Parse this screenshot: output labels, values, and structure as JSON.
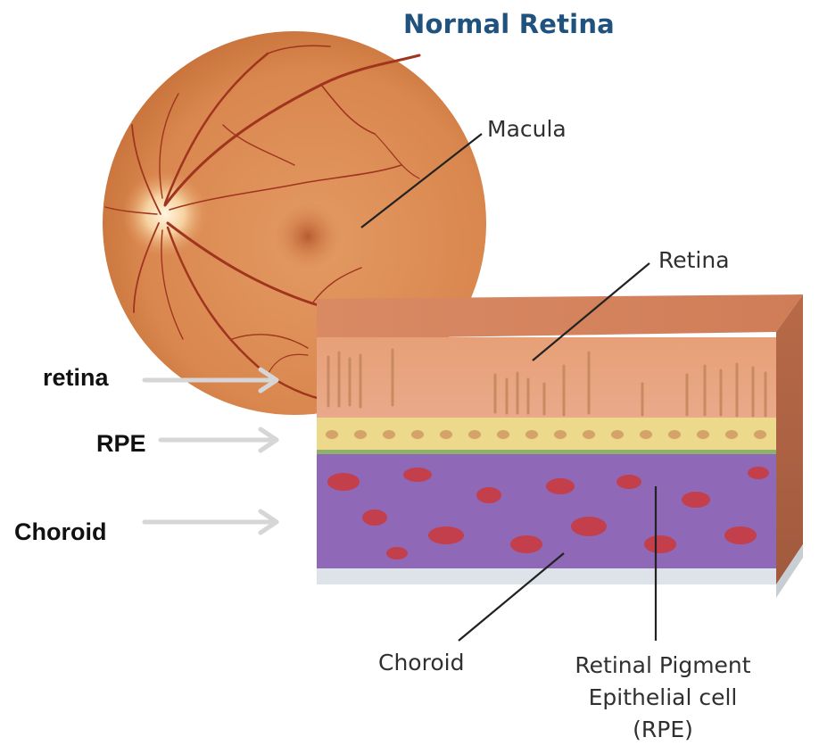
{
  "title": "Normal Retina",
  "labels": {
    "macula": "Macula",
    "retina": "Retina",
    "choroid": "Choroid",
    "rpe_line1": "Retinal Pigment",
    "rpe_line2": "Epithelial cell",
    "rpe_line3": "(RPE)"
  },
  "side_labels": {
    "retina": "retina",
    "rpe": "RPE",
    "choroid": "Choroid"
  },
  "colors": {
    "title": "#20527f",
    "eye_fundus": "#d9874e",
    "vessels": "#a0341f",
    "retina_layer": "#e2986f",
    "rpe_layer": "#ecd98c",
    "choroid_layer": "#8f68b8",
    "blood_cells": "#c33f4c",
    "arrows": "#d6d6d6"
  }
}
